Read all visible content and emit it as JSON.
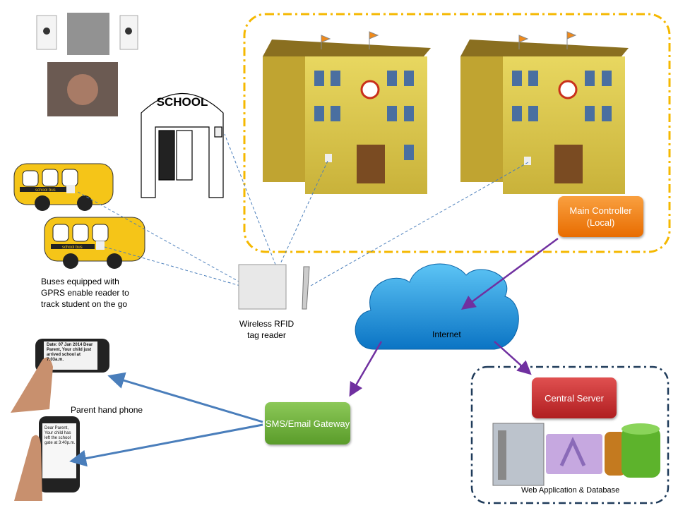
{
  "labels": {
    "buses": "Buses  equipped with GPRS enable reader to track student on the go",
    "reader": "Wireless RFID tag reader",
    "parent_phone": "Parent  hand phone",
    "internet": "Internet",
    "web_app_db": "Web Application & Database",
    "school_sign": "SCHOOL",
    "bus_sign": "school bus"
  },
  "boxes": {
    "main_controller": "Main Controller (Local)",
    "central_server": "Central Server",
    "gateway": "SMS/Email Gateway"
  },
  "phones": {
    "message_1": "Date: 07 Jan 2014 Dear Parent, Your child just arrived school at 7:03a.m.",
    "message_2": "Dear Parent, Your child has left the school gate at 3:40p.m."
  },
  "colors": {
    "school_zone": "#f5b800",
    "server_zone": "#1f3b5a",
    "controller": "#f07d10",
    "server": "#c0282a",
    "gateway": "#6aa832",
    "cloud": "#1d8fd6",
    "arrow_purple": "#7030a0",
    "arrow_blue": "#4a7ebb"
  }
}
